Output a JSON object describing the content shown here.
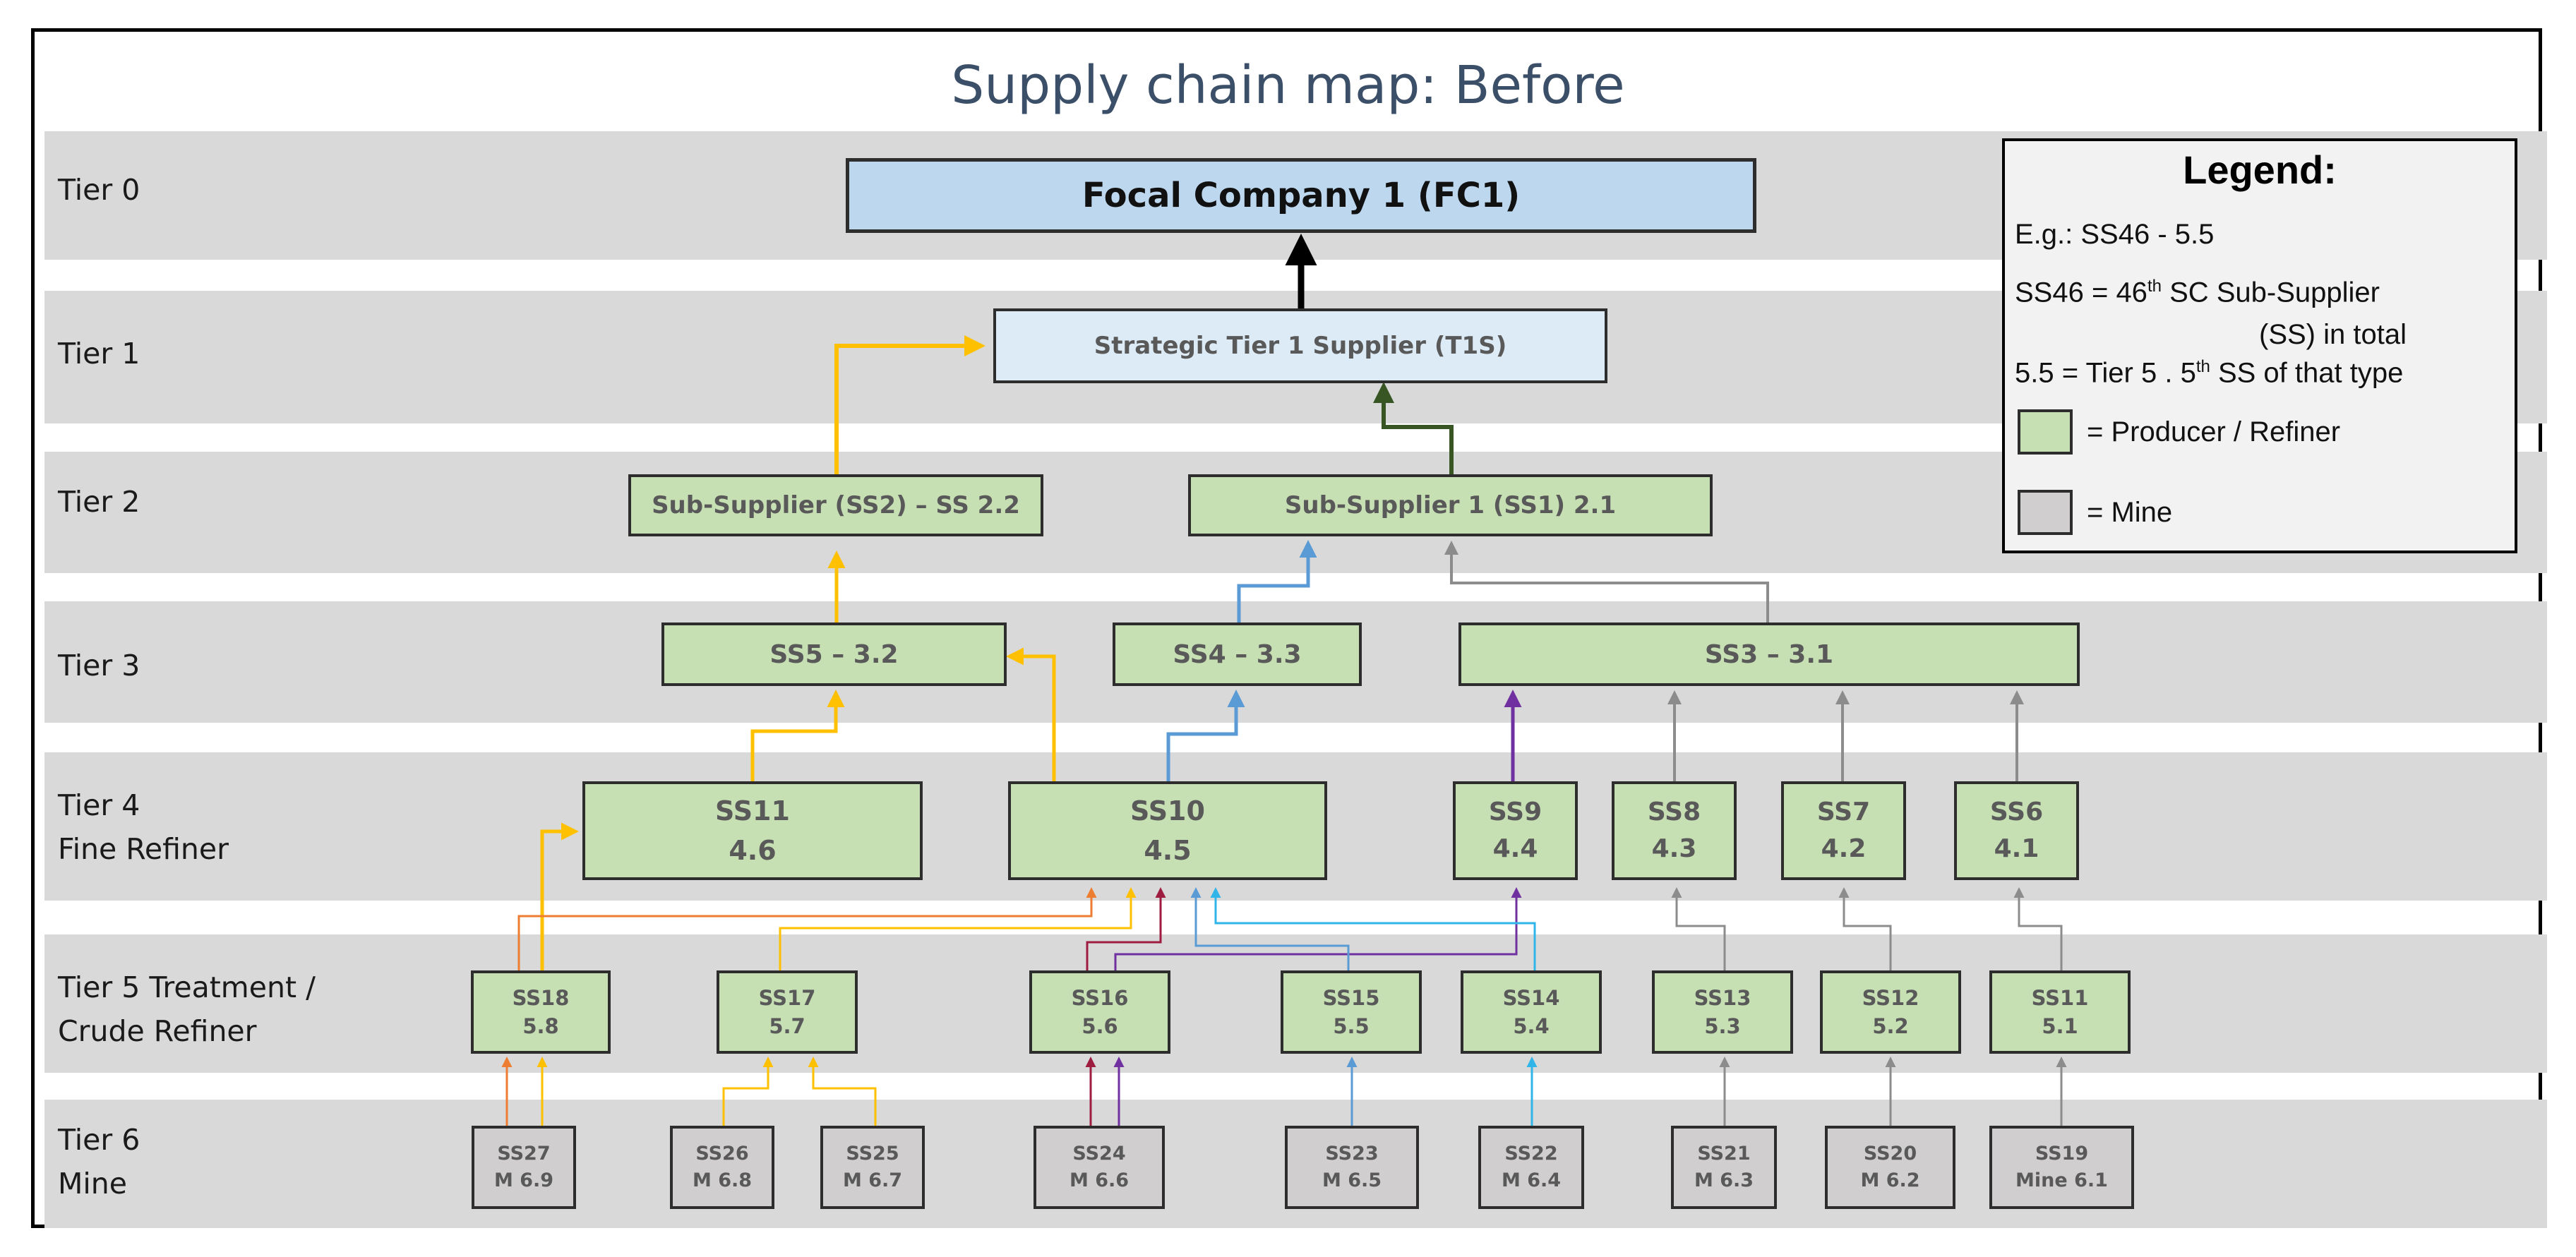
{
  "title": "Supply chain map: Before",
  "tiers": [
    {
      "key": "t0",
      "lines": [
        "Tier 0"
      ]
    },
    {
      "key": "t1",
      "lines": [
        "Tier 1"
      ]
    },
    {
      "key": "t2",
      "lines": [
        "Tier 2"
      ]
    },
    {
      "key": "t3",
      "lines": [
        "Tier 3"
      ]
    },
    {
      "key": "t4",
      "lines": [
        "Tier 4",
        "Fine Refiner"
      ]
    },
    {
      "key": "t5",
      "lines": [
        "Tier 5 Treatment /",
        "Crude Refiner"
      ]
    },
    {
      "key": "t6",
      "lines": [
        "Tier 6",
        "Mine"
      ]
    }
  ],
  "nodes": {
    "fc1": {
      "lines": [
        "Focal Company 1 (FC1)"
      ],
      "type": "focal"
    },
    "t1s": {
      "lines": [
        "Strategic Tier 1 Supplier (T1S)"
      ],
      "type": "tier1"
    },
    "ss2": {
      "lines": [
        "Sub-Supplier (SS2) – SS 2.2"
      ],
      "type": "producer"
    },
    "ss1": {
      "lines": [
        "Sub-Supplier 1 (SS1) 2.1"
      ],
      "type": "producer"
    },
    "ss5": {
      "lines": [
        "SS5 – 3.2"
      ],
      "type": "producer"
    },
    "ss4": {
      "lines": [
        "SS4 – 3.3"
      ],
      "type": "producer"
    },
    "ss3": {
      "lines": [
        "SS3 – 3.1"
      ],
      "type": "producer"
    },
    "ss11_4": {
      "lines": [
        "SS11",
        "4.6"
      ],
      "type": "producer"
    },
    "ss10": {
      "lines": [
        "SS10",
        "4.5"
      ],
      "type": "producer"
    },
    "ss9": {
      "lines": [
        "SS9",
        "4.4"
      ],
      "type": "producer"
    },
    "ss8": {
      "lines": [
        "SS8",
        "4.3"
      ],
      "type": "producer"
    },
    "ss7": {
      "lines": [
        "SS7",
        "4.2"
      ],
      "type": "producer"
    },
    "ss6": {
      "lines": [
        "SS6",
        "4.1"
      ],
      "type": "producer"
    },
    "ss18": {
      "lines": [
        "SS18",
        "5.8"
      ],
      "type": "producer"
    },
    "ss17": {
      "lines": [
        "SS17",
        "5.7"
      ],
      "type": "producer"
    },
    "ss16": {
      "lines": [
        "SS16",
        "5.6"
      ],
      "type": "producer"
    },
    "ss15": {
      "lines": [
        "SS15",
        "5.5"
      ],
      "type": "producer"
    },
    "ss14": {
      "lines": [
        "SS14",
        "5.4"
      ],
      "type": "producer"
    },
    "ss13": {
      "lines": [
        "SS13",
        "5.3"
      ],
      "type": "producer"
    },
    "ss12": {
      "lines": [
        "SS12",
        "5.2"
      ],
      "type": "producer"
    },
    "ss11_5": {
      "lines": [
        "SS11",
        "5.1"
      ],
      "type": "producer"
    },
    "ss27": {
      "lines": [
        "SS27",
        "M 6.9"
      ],
      "type": "mine"
    },
    "ss26": {
      "lines": [
        "SS26",
        "M 6.8"
      ],
      "type": "mine"
    },
    "ss25": {
      "lines": [
        "SS25",
        "M 6.7"
      ],
      "type": "mine"
    },
    "ss24": {
      "lines": [
        "SS24",
        "M 6.6"
      ],
      "type": "mine"
    },
    "ss23": {
      "lines": [
        "SS23",
        "M 6.5"
      ],
      "type": "mine"
    },
    "ss22": {
      "lines": [
        "SS22",
        "M 6.4"
      ],
      "type": "mine"
    },
    "ss21": {
      "lines": [
        "SS21",
        "M 6.3"
      ],
      "type": "mine"
    },
    "ss20": {
      "lines": [
        "SS20",
        "M 6.2"
      ],
      "type": "mine"
    },
    "ss19": {
      "lines": [
        "SS19",
        "Mine 6.1"
      ],
      "type": "mine"
    }
  },
  "legend": {
    "title": "Legend:",
    "example": "E.g.: SS46 - 5.5",
    "line1_pre": "SS46 = 46",
    "line1_sup": "th",
    "line1_post": " SC Sub-Supplier",
    "line2": "(SS) in total",
    "line3_pre": "5.5 = Tier 5 . 5",
    "line3_sup": "th",
    "line3_post": " SS of that type",
    "producer_label": "= Producer / Refiner",
    "mine_label": "= Mine"
  },
  "colors": {
    "black": "#000000",
    "dark_green": "#375623",
    "yellow": "#ffc000",
    "blue": "#5b9bd5",
    "purple": "#7030a0",
    "grey": "#8c8c8c",
    "orange": "#ed7d31",
    "maroon": "#9e1c3f",
    "cyan": "#2fb5e8",
    "producer_fill": "#c6e0b4",
    "mine_fill": "#d0cece",
    "focal_fill": "#bdd7ee",
    "tier1_fill": "#ddebf7"
  }
}
